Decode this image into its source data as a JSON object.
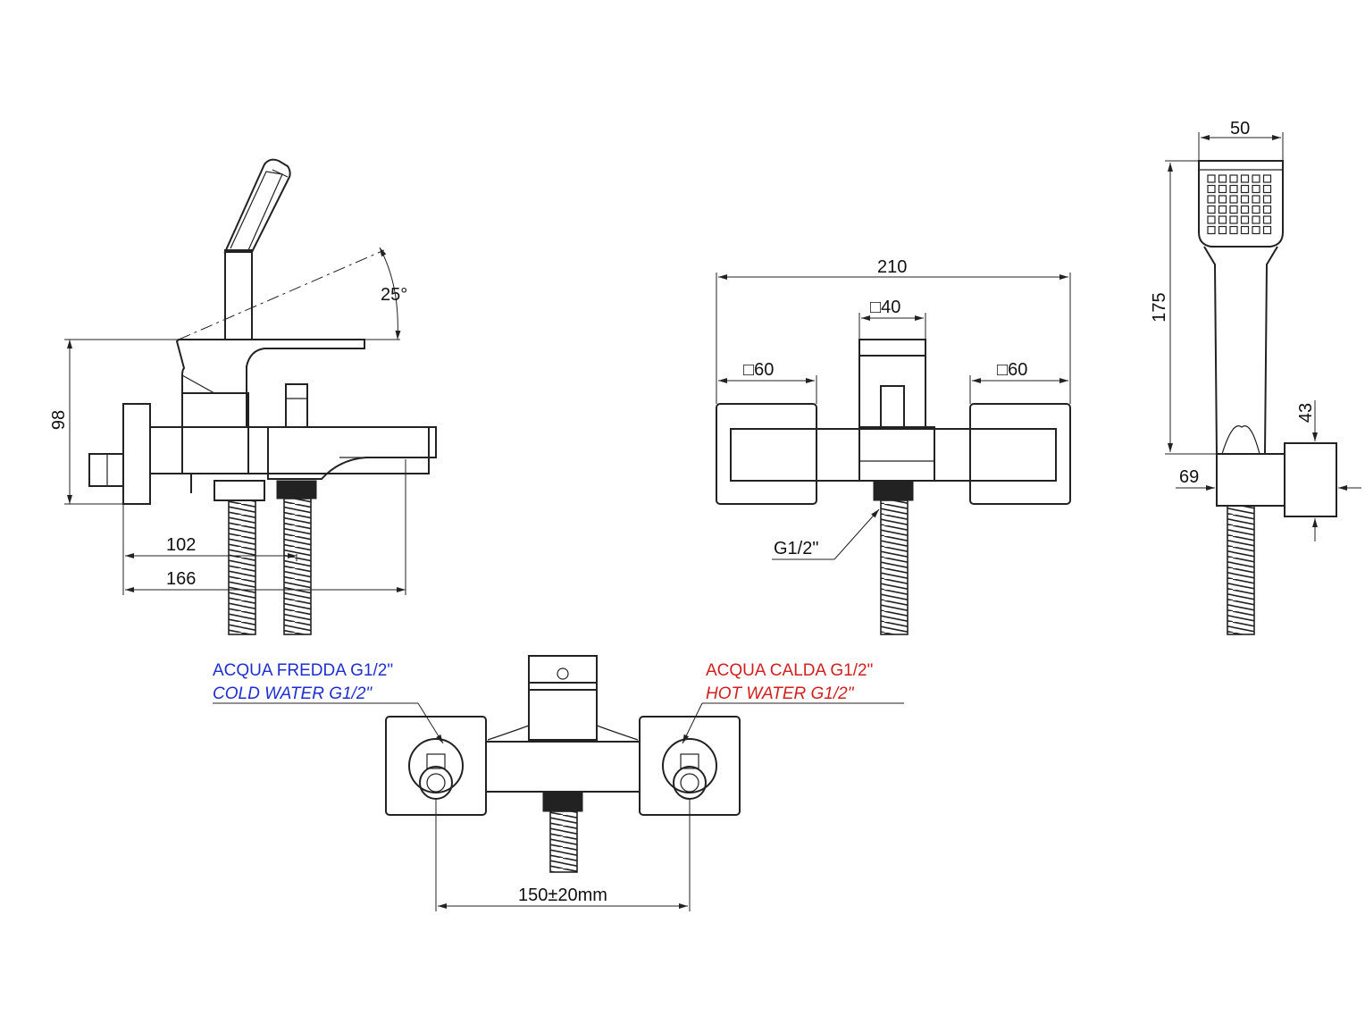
{
  "dimensions": {
    "side_height": "98",
    "side_angle": "25°",
    "side_depth_inner": "102",
    "side_depth_outer": "166",
    "front_width": "210",
    "front_handle_square": "□40",
    "front_left_square": "□60",
    "front_right_square": "□60",
    "front_connection": "G1/2\"",
    "shower_width": "50",
    "shower_length": "175",
    "holder_height": "43",
    "holder_depth": "69",
    "inlet_spacing": "150±20mm"
  },
  "labels": {
    "cold_it": "ACQUA FREDDA G1/2\"",
    "cold_en": "COLD WATER G1/2\"",
    "hot_it": "ACQUA CALDA G1/2\"",
    "hot_en": "HOT WATER G1/2\""
  },
  "colors": {
    "line": "#222222",
    "cold": "#1f2fcf",
    "hot": "#d21f1f"
  }
}
